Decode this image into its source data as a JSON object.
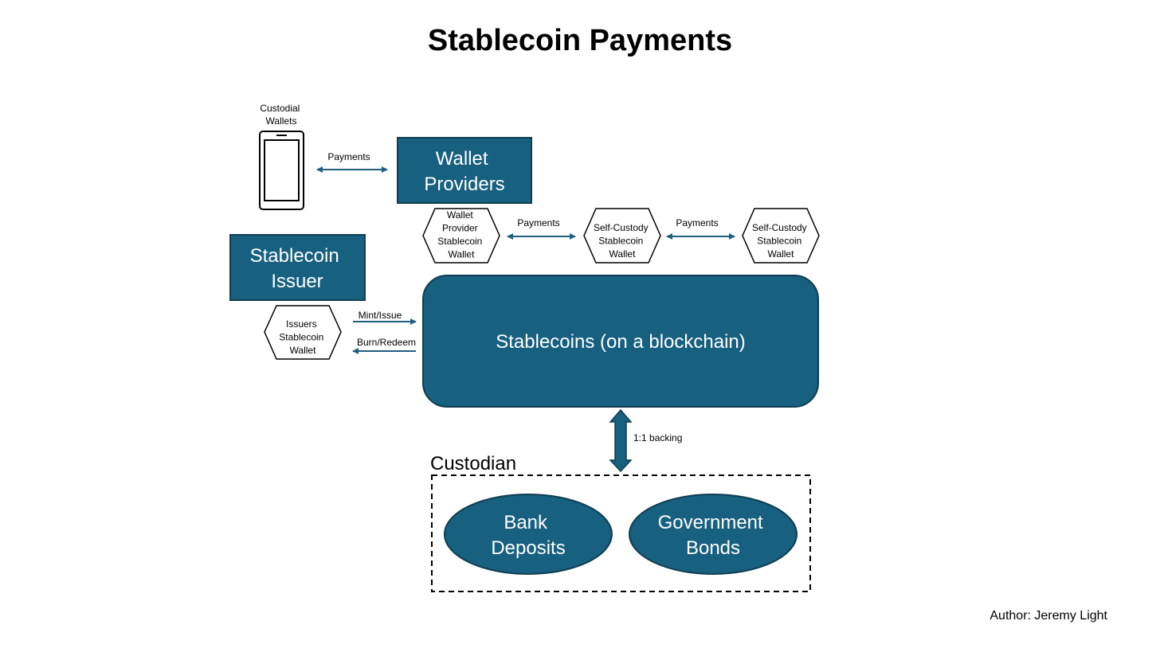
{
  "title": "Stablecoin Payments",
  "author": "Author: Jeremy Light",
  "colors": {
    "box_fill": "#17607f",
    "box_stroke": "#0f3d52",
    "arrow": "#1e5f80",
    "line": "#000000"
  },
  "custodial_wallets": {
    "label_lines": [
      "Custodial",
      "Wallets"
    ],
    "icon": "smartphone-icon"
  },
  "wallet_providers": {
    "label_lines": [
      "Wallet",
      "Providers"
    ]
  },
  "stablecoin_issuer": {
    "label_lines": [
      "Stablecoin",
      "Issuer"
    ]
  },
  "blockchain": {
    "label": "Stablecoins (on a blockchain)"
  },
  "hexagons": {
    "wallet_provider": [
      "Wallet",
      "Provider",
      "Stablecoin",
      "Wallet"
    ],
    "self_custody_1": [
      "Self-Custody",
      "Stablecoin",
      "Wallet"
    ],
    "self_custody_2": [
      "Self-Custody",
      "Stablecoin",
      "Wallet"
    ],
    "issuers": [
      "Issuers",
      "Stablecoin",
      "Wallet"
    ]
  },
  "arrows": {
    "payments_phone": "Payments",
    "payments_wallet_self": "Payments",
    "payments_self_self": "Payments",
    "mint": "Mint/Issue",
    "burn": "Burn/Redeem",
    "backing": "1:1 backing"
  },
  "custodian": {
    "label": "Custodian",
    "assets": [
      {
        "label_lines": [
          "Bank",
          "Deposits"
        ]
      },
      {
        "label_lines": [
          "Government",
          "Bonds"
        ]
      }
    ]
  }
}
